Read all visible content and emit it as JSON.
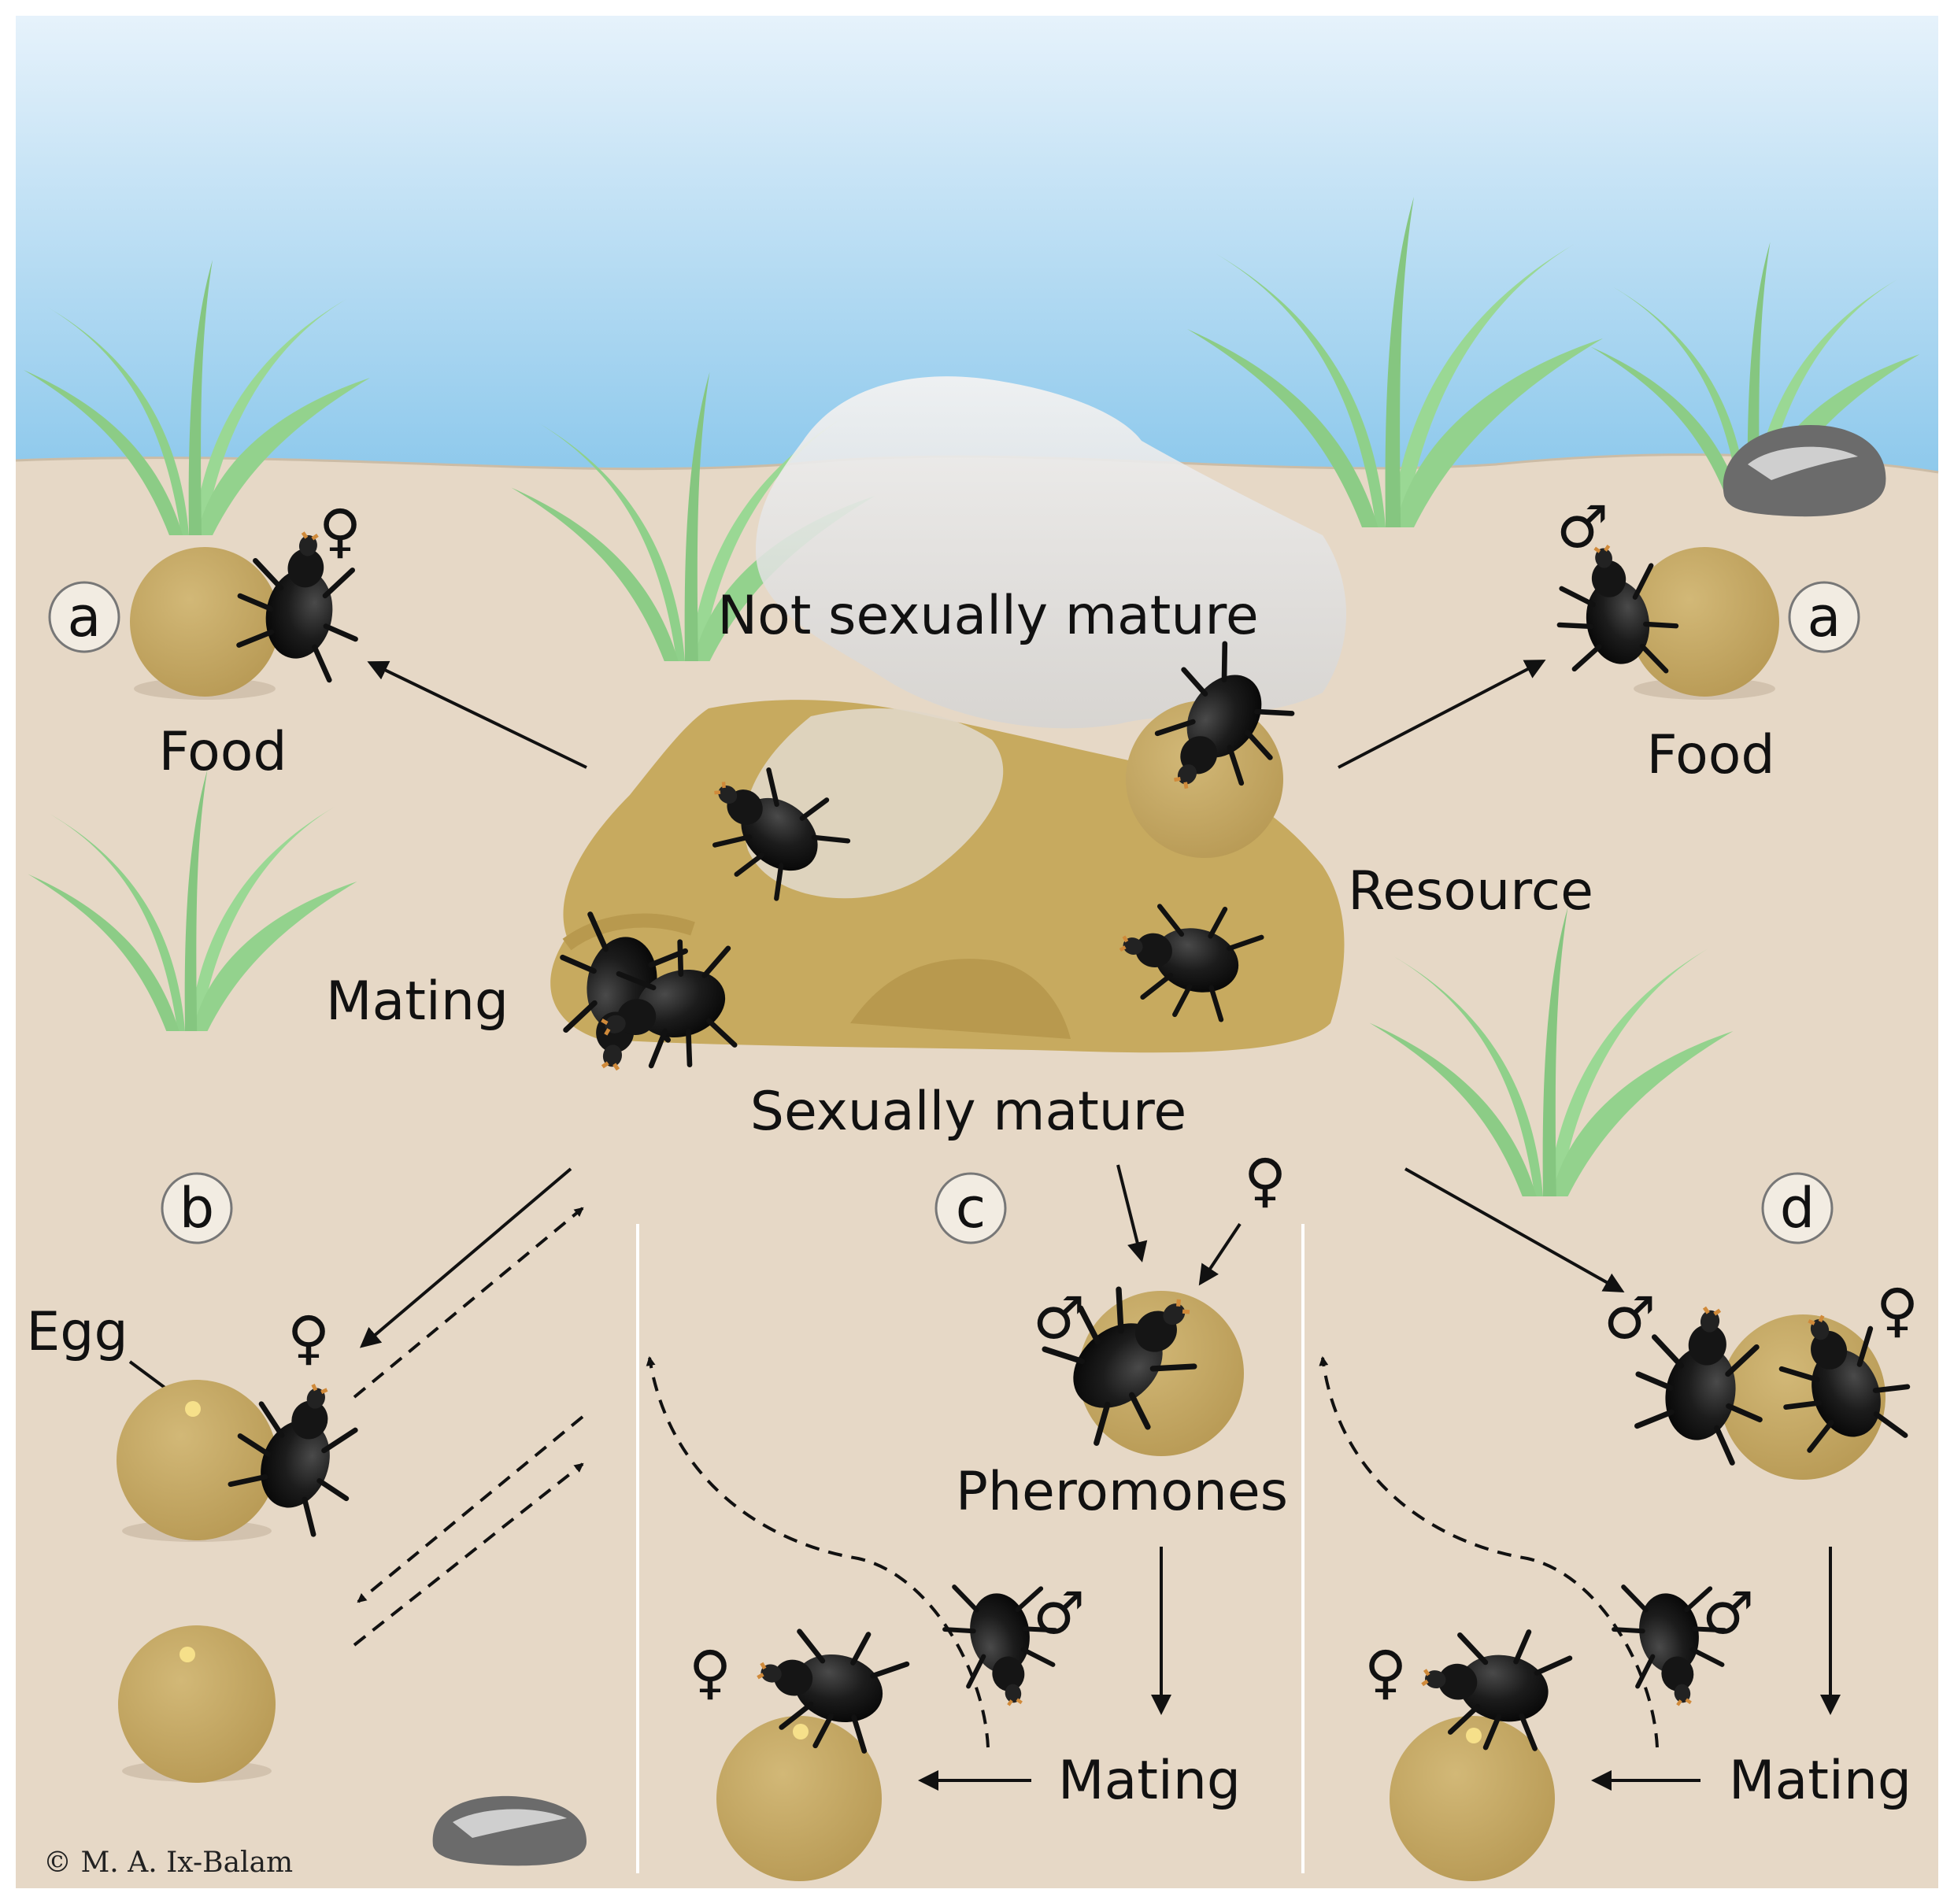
{
  "labels": {
    "food_left": "Food",
    "food_right": "Food",
    "not_mature": "Not sexually mature",
    "resource": "Resource",
    "mating_center": "Mating",
    "sexually_mature": "Sexually mature",
    "egg": "Egg",
    "pheromones": "Pheromones",
    "mating_c": "Mating",
    "mating_d": "Mating"
  },
  "panels": {
    "a_left": "a",
    "a_right": "a",
    "b": "b",
    "c": "c",
    "d": "d"
  },
  "symbols": {
    "female": "♀",
    "male": "♂"
  },
  "credit": "© M. A. Ix-Balam",
  "colors": {
    "sky_top": "#e6f2fb",
    "sky_bottom": "#8ec9ec",
    "soil": "#e6d8c6",
    "dung": "#c7aa5f",
    "grass": "#8fd08a",
    "beetle": "#1a1a1a"
  }
}
